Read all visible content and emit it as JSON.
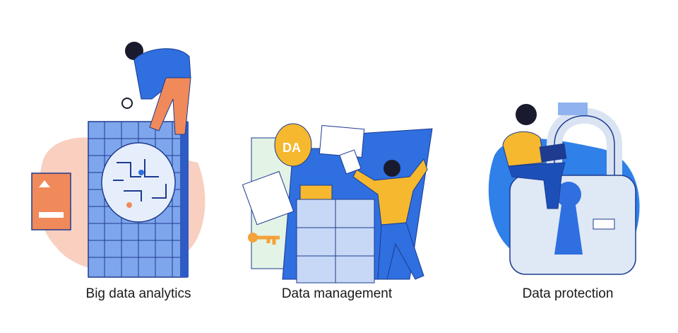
{
  "panels": [
    {
      "caption": "Big data analytics",
      "illustration": "analyst-inspecting-data-grid-with-magnifier"
    },
    {
      "caption": "Data management",
      "illustration": "person-filing-documents-in-cabinet",
      "badge_text": "DA"
    },
    {
      "caption": "Data protection",
      "illustration": "person-with-laptop-on-padlock"
    }
  ],
  "colors": {
    "blue": "#2f6fe0",
    "light_blue": "#8fb3ee",
    "orange": "#f08a5a",
    "yellow": "#f5b82e",
    "pink": "#f9c9b8",
    "navy": "#1d3b8f"
  }
}
